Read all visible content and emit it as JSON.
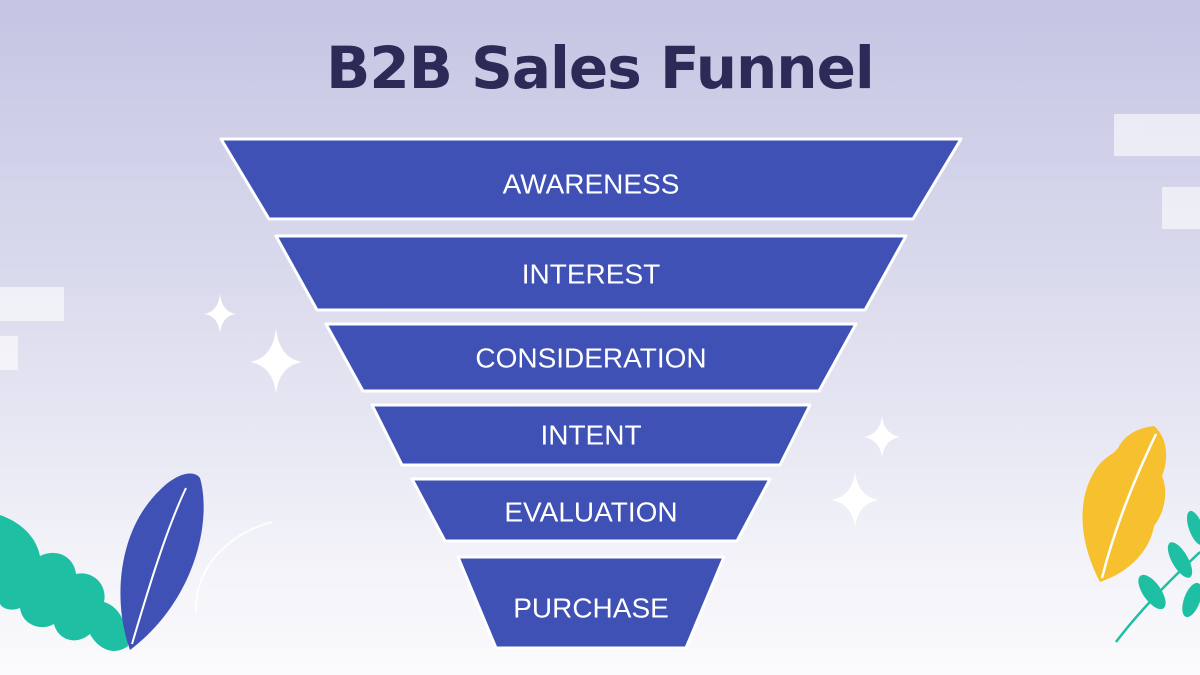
{
  "title": "B2B Sales Funnel",
  "colors": {
    "funnel_fill": "#3f51b5",
    "funnel_stroke": "#ffffff",
    "title": "#2e2a58",
    "leaf_teal": "#1fbfa4",
    "leaf_blue": "#3f51b5",
    "leaf_yellow": "#f7c02e"
  },
  "funnel": {
    "stages": [
      {
        "label": "AWARENESS"
      },
      {
        "label": "INTEREST"
      },
      {
        "label": "CONSIDERATION"
      },
      {
        "label": "INTENT"
      },
      {
        "label": "EVALUATION"
      },
      {
        "label": "PURCHASE"
      }
    ]
  }
}
